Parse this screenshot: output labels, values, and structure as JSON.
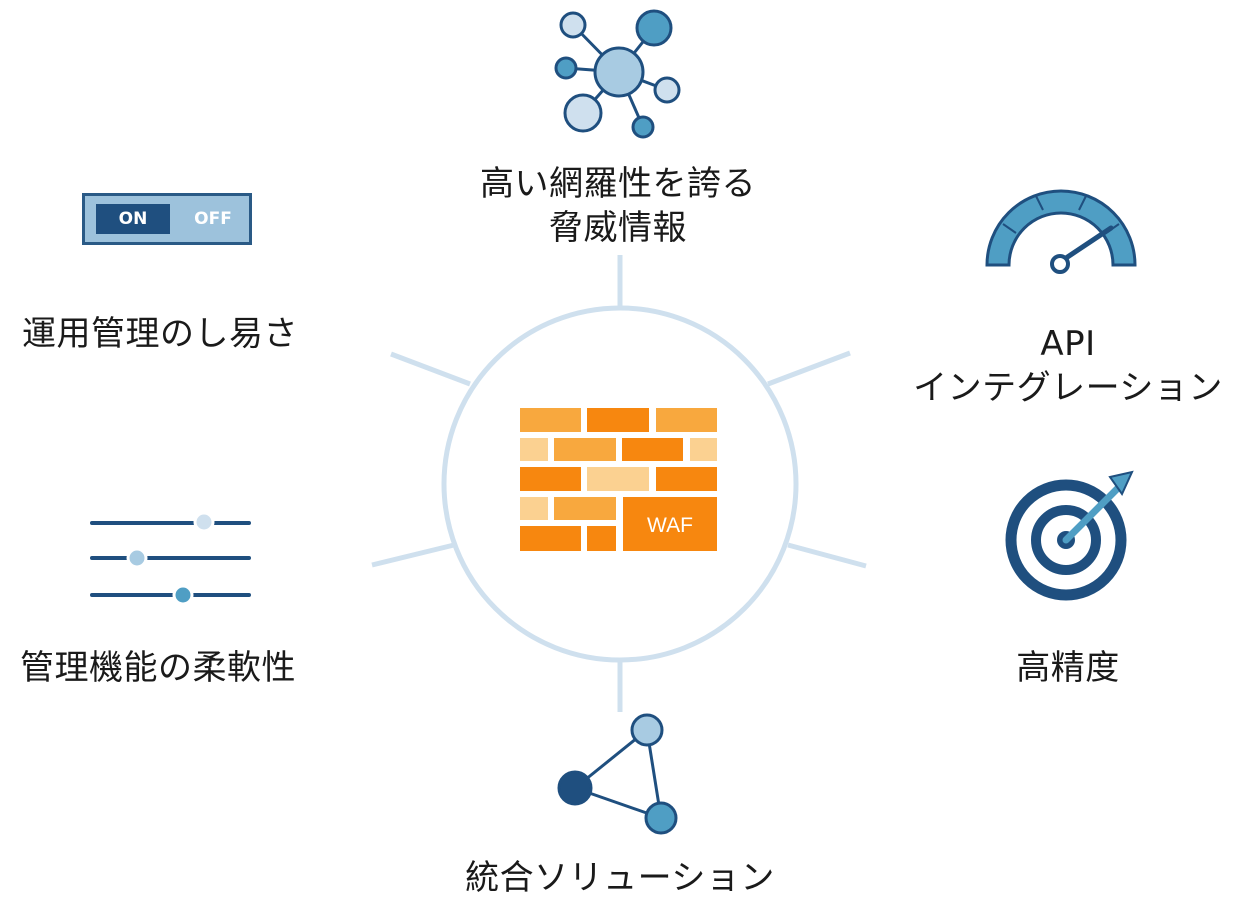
{
  "center": {
    "badge": "WAF"
  },
  "features": {
    "threat_intel": {
      "line1": "高い網羅性を誇る",
      "line2": "脅威情報"
    },
    "api": {
      "line1": "API",
      "line2": "インテグレーション"
    },
    "accuracy": {
      "label": "高精度"
    },
    "unified": {
      "label": "統合ソリューション"
    },
    "ops": {
      "label": "運用管理のし易さ"
    },
    "flexibility": {
      "label": "管理機能の柔軟性"
    }
  },
  "toggle": {
    "on_label": "ON",
    "off_label": "OFF"
  },
  "icons": {
    "center": "brick-firewall-icon",
    "threat_intel": "network-nodes-icon",
    "api": "speed-gauge-icon",
    "accuracy": "target-arrow-icon",
    "unified": "triangle-nodes-icon",
    "ops": "on-off-switch-icon",
    "flexibility": "sliders-icon"
  },
  "colors": {
    "ring": "#cfe0ee",
    "brick_dark": "#f7870f",
    "brick_mid": "#f8a83e",
    "brick_light": "#fbd191",
    "navy": "#1f4f7f",
    "blue": "#4f9ec4",
    "light_blue": "#a8cbe2"
  }
}
